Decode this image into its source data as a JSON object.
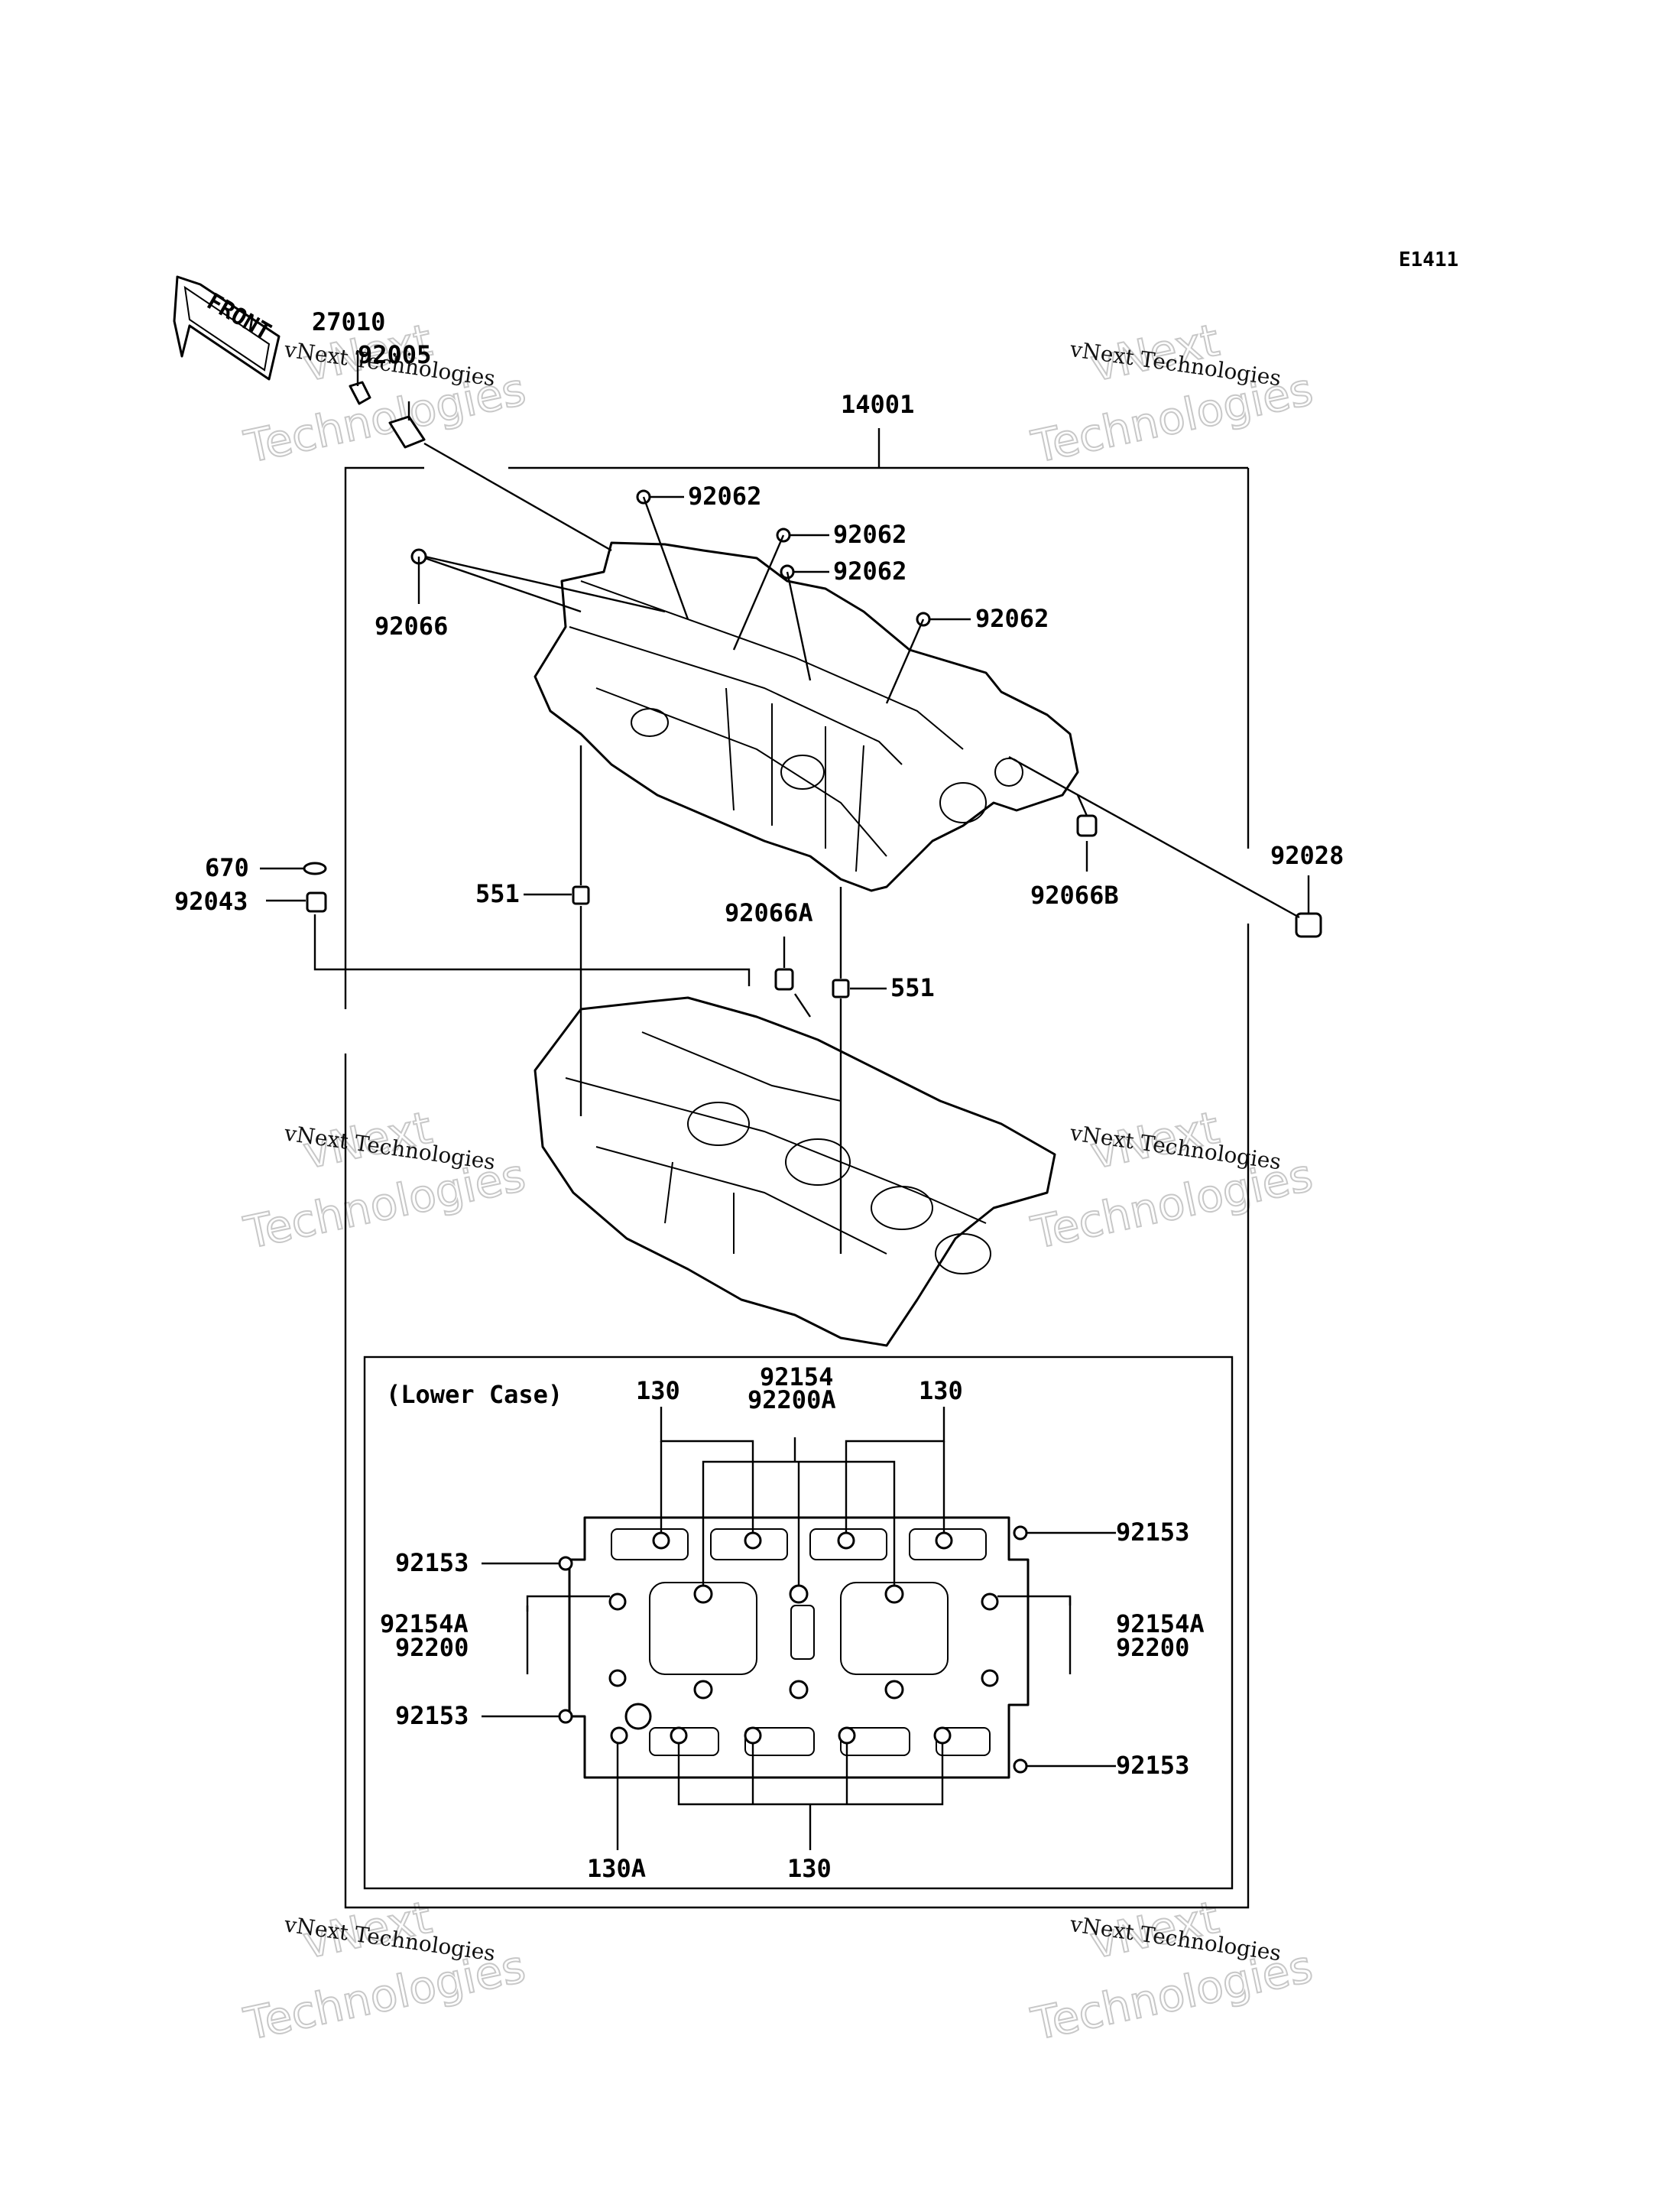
{
  "diagram_code": "E1411",
  "front_arrow_text": "FRONT",
  "watermark": {
    "line1": "vNext Technologies",
    "line2_big": "vNext",
    "line3_big": "Technologies"
  },
  "labels": {
    "p27010": "27010",
    "p92005": "92005",
    "p14001": "14001",
    "p92062_a": "92062",
    "p92062_b": "92062",
    "p92062_c": "92062",
    "p92062_d": "92062",
    "p92066": "92066",
    "p670": "670",
    "p92043": "92043",
    "p551_a": "551",
    "p551_b": "551",
    "p92066A": "92066A",
    "p92066B": "92066B",
    "p92028": "92028"
  },
  "lower_case": {
    "title": "(Lower Case)",
    "labels": {
      "top_130_left": "130",
      "top_92154": "92154",
      "top_92200A": "92200A",
      "top_130_right": "130",
      "l_92153_top": "92153",
      "l_92154A": "92154A",
      "l_92200": "92200",
      "l_92153_bottom": "92153",
      "r_92153_top": "92153",
      "r_92154A": "92154A",
      "r_92200": "92200",
      "r_92153_bottom": "92153",
      "bottom_130A": "130A",
      "bottom_130": "130"
    }
  }
}
